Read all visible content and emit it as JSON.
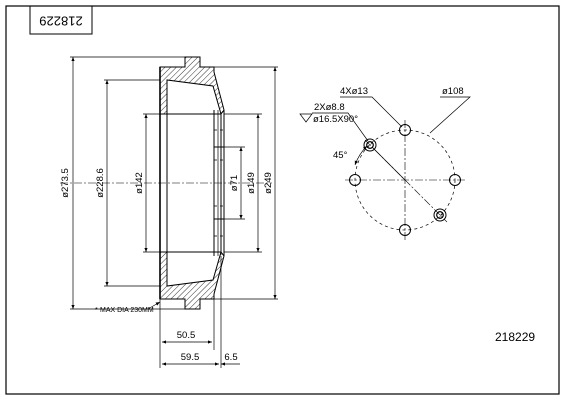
{
  "part_number": "218229",
  "part_number_rotated": "218229",
  "side_view": {
    "dimensions": {
      "outer_diameter": "ø273.5",
      "inner_diameter": "ø228.6",
      "hub_diameter": "ø142",
      "center_bore": "ø71",
      "diameter_149": "ø149",
      "diameter_249": "ø249"
    },
    "width_dimensions": {
      "d_50_5": "50.5",
      "d_59_5": "59.5",
      "d_6_5": "6.5"
    },
    "note": "MAX DIA 230MM"
  },
  "front_view": {
    "bolt_holes": "4Xø13",
    "pitch_circle": "ø108",
    "threaded_holes": "2Xø8.8",
    "countersink": "ø16.5X90°",
    "angle": "45°"
  }
}
